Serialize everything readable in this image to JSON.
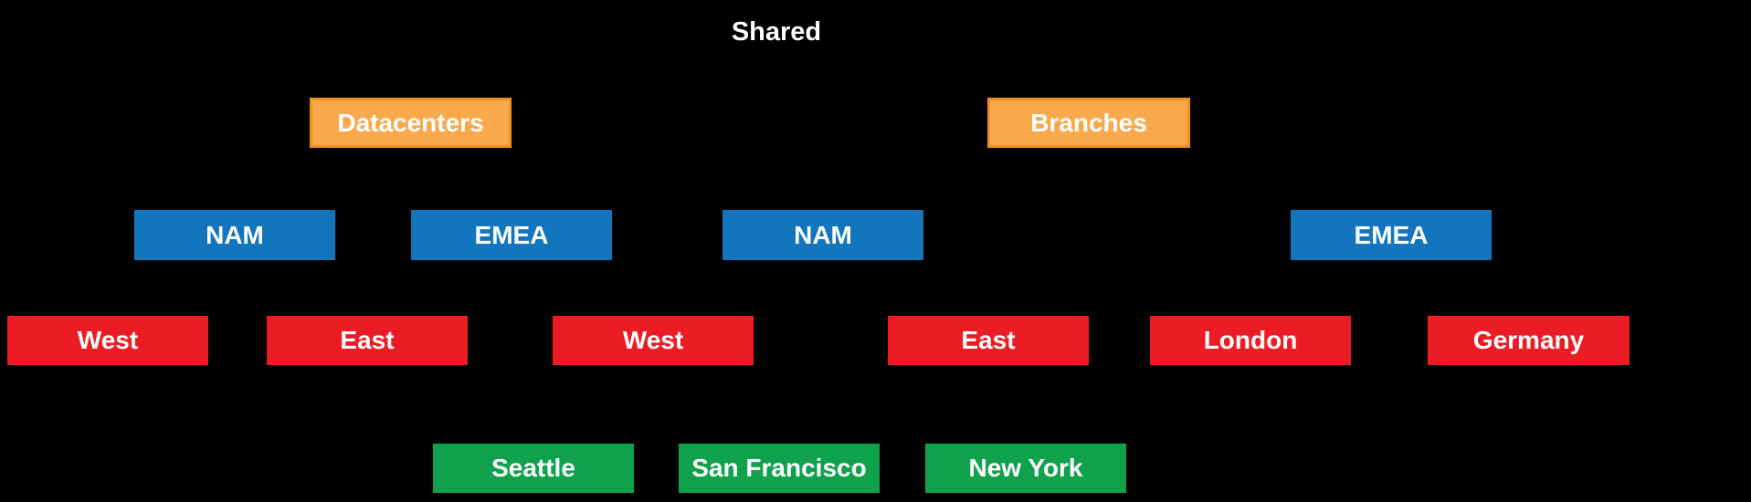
{
  "colors": {
    "background": "#000000",
    "text": "#FFFFFF",
    "site_fill": "#F9A84B",
    "site_border": "#F0901E",
    "region_fill": "#1275BD",
    "subregion_fill": "#EC1C24",
    "city_fill": "#10A14C"
  },
  "tree": {
    "root": {
      "label": "Shared"
    },
    "level2": {
      "name": "sites",
      "nodes": [
        {
          "label": "Datacenters"
        },
        {
          "label": "Branches"
        }
      ]
    },
    "level3": {
      "name": "regions",
      "nodes": [
        {
          "label": "NAM"
        },
        {
          "label": "EMEA"
        },
        {
          "label": "NAM"
        },
        {
          "label": "EMEA"
        }
      ]
    },
    "level4": {
      "name": "subregions",
      "nodes": [
        {
          "label": "West"
        },
        {
          "label": "East"
        },
        {
          "label": "West"
        },
        {
          "label": "East"
        },
        {
          "label": "London"
        },
        {
          "label": "Germany"
        }
      ]
    },
    "level5": {
      "name": "cities",
      "nodes": [
        {
          "label": "Seattle"
        },
        {
          "label": "San Francisco"
        },
        {
          "label": "New York"
        }
      ]
    }
  }
}
